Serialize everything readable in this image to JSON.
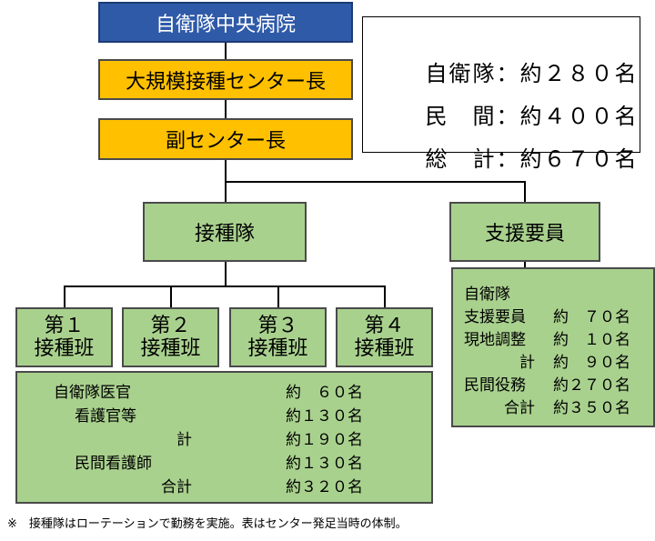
{
  "org": {
    "hospital": "自衛隊中央病院",
    "center_head": "大規模接種センター長",
    "deputy_head": "副センター長",
    "vaccination_unit": "接種隊",
    "support_staff": "支援要員",
    "teams": [
      {
        "line1": "第１",
        "line2": "接種班"
      },
      {
        "line1": "第２",
        "line2": "接種班"
      },
      {
        "line1": "第３",
        "line2": "接種班"
      },
      {
        "line1": "第４",
        "line2": "接種班"
      }
    ]
  },
  "summary": [
    {
      "label": "自衛隊",
      "value": "：約２８０名"
    },
    {
      "label": "民　間",
      "value": "：約４００名"
    },
    {
      "label": "総　計",
      "value": "：約６７０名"
    }
  ],
  "vaccination_breakdown": [
    {
      "label": "自衛隊医官",
      "value": "約　６０名"
    },
    {
      "label": "看護官等",
      "value": "約１３０名"
    },
    {
      "label": "計",
      "value": "約１９０名"
    },
    {
      "label": "民間看護師",
      "value": "約１３０名"
    },
    {
      "label": "合計",
      "value": "約３２０名"
    }
  ],
  "support_breakdown": {
    "header": "自衛隊",
    "rows": [
      {
        "label": "支援要員",
        "value": "約　７０名"
      },
      {
        "label": "現地調整",
        "value": "約　１０名"
      },
      {
        "label": "計",
        "value": "約　９０名"
      },
      {
        "label": "民間役務",
        "value": "約２７０名"
      },
      {
        "label": "合計",
        "value": "約３５０名"
      }
    ]
  },
  "note": "※　接種隊はローテーションで勤務を実施。表はセンター発足当時の体制。"
}
